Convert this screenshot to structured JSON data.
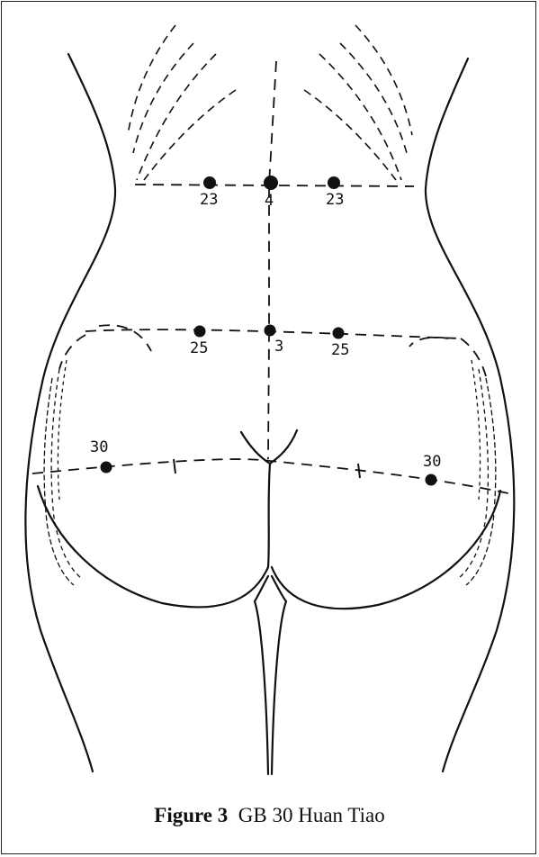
{
  "caption": {
    "figure": "Figure 3",
    "title": "GB 30 Huan Tiao"
  },
  "points": {
    "bl23_left": "23",
    "du4": "4",
    "bl23_right": "23",
    "bl25_left": "25",
    "du3": "3",
    "bl25_right": "25",
    "gb30_left": "30",
    "gb30_right": "30"
  },
  "colors": {
    "ink": "#111111",
    "background": "#ffffff"
  }
}
